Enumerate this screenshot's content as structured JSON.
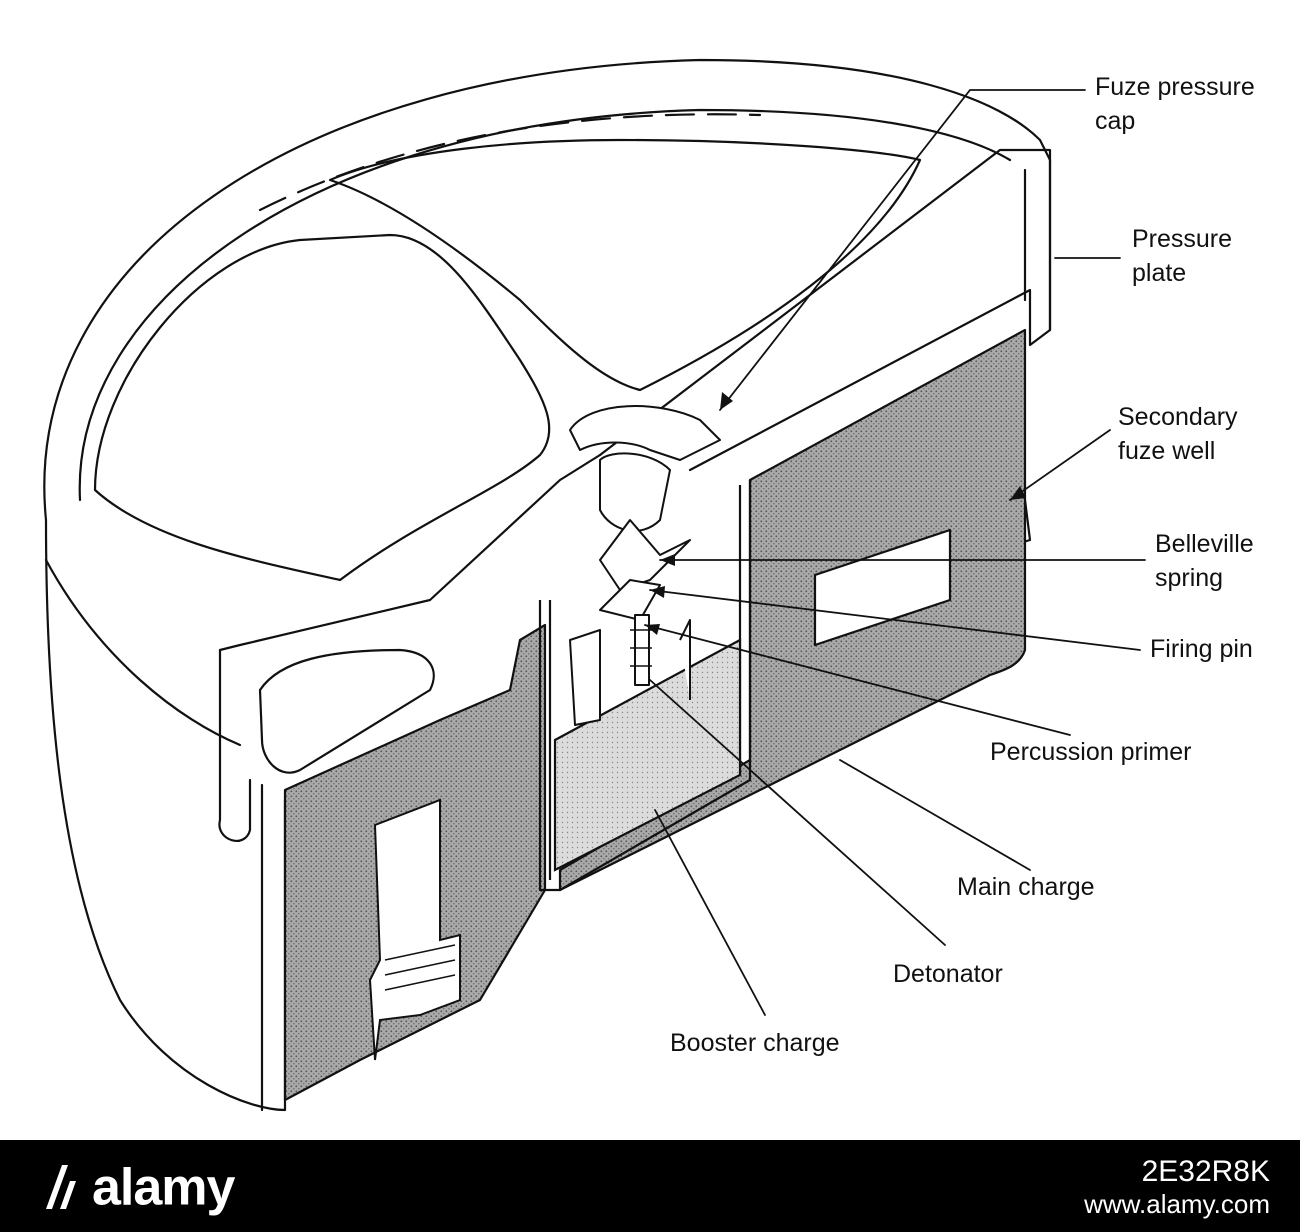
{
  "diagram": {
    "labels": {
      "fuze_pressure_cap_1": "Fuze pressure",
      "fuze_pressure_cap_2": "cap",
      "pressure_plate_1": "Pressure",
      "pressure_plate_2": "plate",
      "secondary_fuze_well_1": "Secondary",
      "secondary_fuze_well_2": "fuze well",
      "belleville_spring_1": "Belleville",
      "belleville_spring_2": "spring",
      "firing_pin": "Firing pin",
      "percussion_primer": "Percussion primer",
      "main_charge": "Main charge",
      "detonator": "Detonator",
      "booster_charge": "Booster charge"
    },
    "colors": {
      "line": "#111111",
      "main_charge_fill": "#8c8c8c",
      "booster_fill": "#cfcfcf"
    }
  },
  "footer": {
    "logo": "alamy",
    "image_id": "2E32R8K",
    "url": "www.alamy.com",
    "background": "#000000"
  }
}
